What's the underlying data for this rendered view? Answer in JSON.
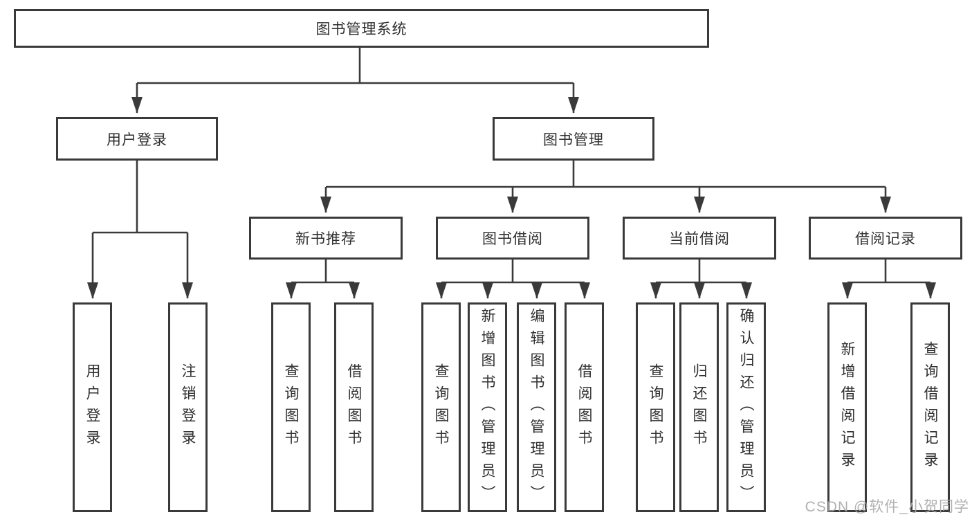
{
  "diagram": {
    "root": {
      "label": "图书管理系统",
      "children": [
        {
          "label": "用户登录",
          "children": [
            {
              "label": "用户登录"
            },
            {
              "label": "注销登录"
            }
          ]
        },
        {
          "label": "图书管理",
          "children": [
            {
              "label": "新书推荐",
              "children": [
                {
                  "label": "查询图书"
                },
                {
                  "label": "借阅图书"
                }
              ]
            },
            {
              "label": "图书借阅",
              "children": [
                {
                  "label": "查询图书"
                },
                {
                  "label": "新增图书（管理员）"
                },
                {
                  "label": "编辑图书（管理员）"
                },
                {
                  "label": "借阅图书"
                }
              ]
            },
            {
              "label": "当前借阅",
              "children": [
                {
                  "label": "查询图书"
                },
                {
                  "label": "归还图书"
                },
                {
                  "label": "确认归还（管理员）"
                }
              ]
            },
            {
              "label": "借阅记录",
              "children": [
                {
                  "label": "新增借阅记录"
                },
                {
                  "label": "查询借阅记录"
                }
              ]
            }
          ]
        }
      ]
    }
  },
  "watermark": {
    "text": "CSDN @软件_小贺同学"
  },
  "colors": {
    "line": "#3a3a3a",
    "box_border": "#3a3a3a",
    "text": "#2f2f2f",
    "background": "#ffffff",
    "watermark": "#a6a6a6"
  }
}
